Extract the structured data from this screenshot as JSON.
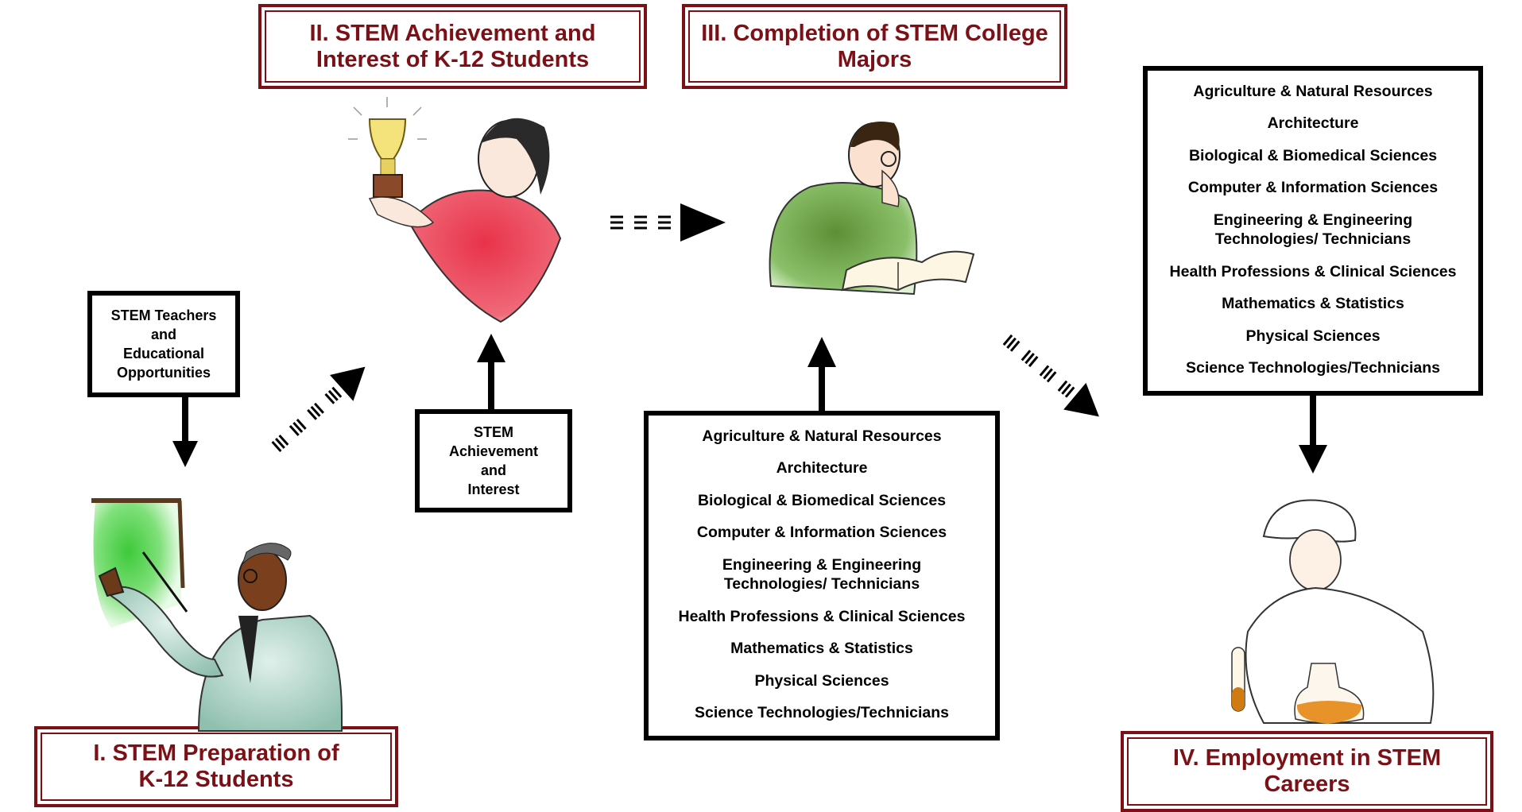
{
  "titles": {
    "stage1": "I.  STEM Preparation of\nK-12 Students",
    "stage2": "II. STEM Achievement and\nInterest of K-12 Students",
    "stage3": "III. Completion of STEM College\nMajors",
    "stage4": "IV. Employment in STEM\nCareers"
  },
  "boxes": {
    "teachers": "STEM Teachers\nand\nEducational\nOpportunities",
    "achievement": "STEM\nAchievement\nand\nInterest"
  },
  "majors": [
    "Agriculture & Natural Resources",
    "Architecture",
    "Biological & Biomedical Sciences",
    "Computer & Information Sciences",
    "Engineering & Engineering\nTechnologies/ Technicians",
    "Health Professions & Clinical Sciences",
    "Mathematics & Statistics",
    "Physical Sciences",
    "Science Technologies/Technicians"
  ],
  "colors": {
    "title_border": "#7b1116",
    "title_text": "#7b1116"
  },
  "illustrations": {
    "stage1": "teacher-at-board-icon",
    "stage2": "woman-with-trophy-icon",
    "stage3": "student-reading-book-icon",
    "stage4": "scientist-with-test-tubes-icon"
  }
}
